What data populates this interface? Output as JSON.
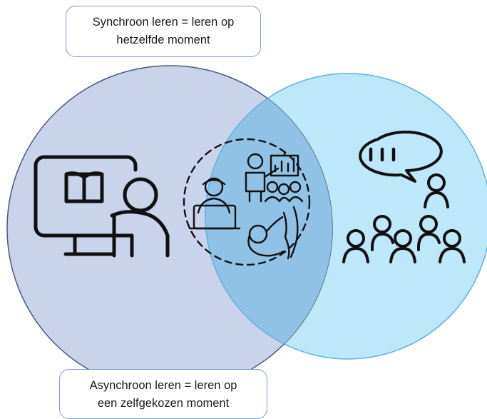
{
  "labels": {
    "synchronous": {
      "line1": "Synchroon leren = leren op",
      "line2": "hetzelfde moment"
    },
    "asynchronous": {
      "line1": "Asynchroon leren = leren op",
      "line2": "een zelfgekozen moment"
    }
  },
  "colors": {
    "left_circle_fill": "#c9d3ea",
    "left_circle_stroke": "#4a5a78",
    "right_circle_fill": "#bde8f9",
    "right_circle_stroke": "#5bb3de",
    "overlap_fill": "#8fc2e6",
    "icon_stroke": "#111111"
  },
  "icons": {
    "left": "computer-screen-with-book-and-learner-icon",
    "center": "hybrid-classroom-presenter-and-online-learner-icon",
    "right": "group-discussion-with-speech-bubble-icon"
  }
}
